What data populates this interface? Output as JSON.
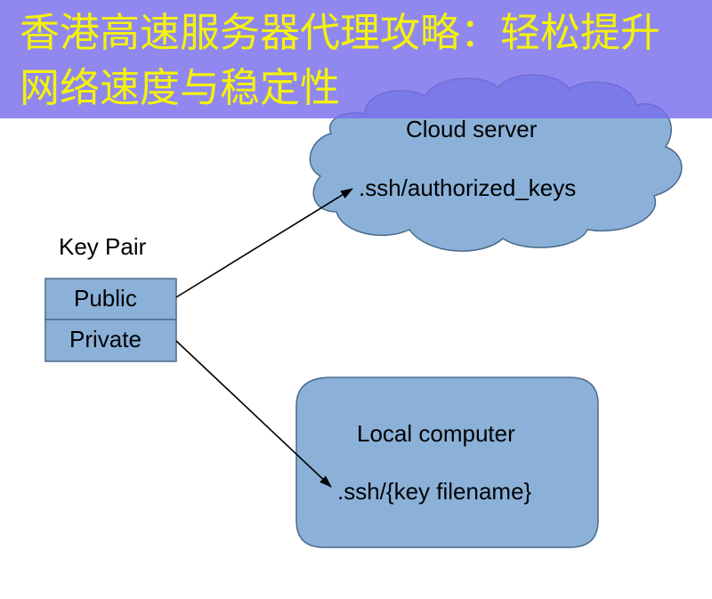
{
  "banner": {
    "title": "香港高速服务器代理攻略：轻松提升网络速度与稳定性"
  },
  "diagram": {
    "key_pair": {
      "title": "Key Pair",
      "public_label": "Public",
      "private_label": "Private"
    },
    "cloud": {
      "title": "Cloud server",
      "file": ".ssh/authorized_keys"
    },
    "local": {
      "title": "Local computer",
      "file": ".ssh/{key filename}"
    }
  },
  "colors": {
    "node_fill": "#8bb1d9",
    "node_stroke": "#4a6a8a",
    "banner_bg": "#786eeb",
    "banner_text": "#f4f20a"
  }
}
